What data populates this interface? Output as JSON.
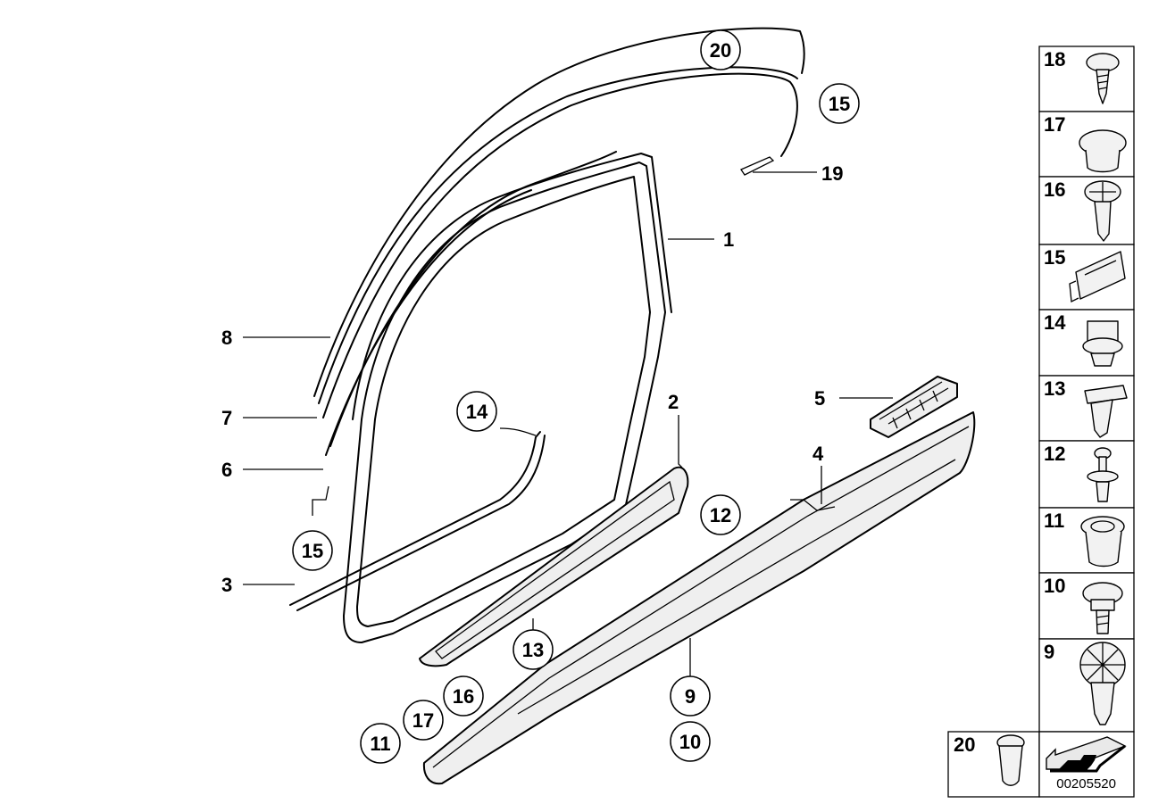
{
  "labels": {
    "l1": "1",
    "l2": "2",
    "l3": "3",
    "l4": "4",
    "l5": "5",
    "l6": "6",
    "l7": "7",
    "l8": "8",
    "l19": "19"
  },
  "callouts": {
    "c20": "20",
    "c15a": "15",
    "c14": "14",
    "c12": "12",
    "c15b": "15",
    "c13": "13",
    "c16": "16",
    "c17": "17",
    "c11": "11",
    "c9": "9",
    "c10": "10"
  },
  "legend": {
    "items": [
      "18",
      "17",
      "16",
      "15",
      "14",
      "13",
      "12",
      "11",
      "10",
      "9"
    ],
    "bottom_item": "20"
  },
  "reference_number": "00205520",
  "icons": [
    "screw-icon",
    "cap-icon",
    "expansion-rivet-icon",
    "clip-icon",
    "clip-nut-icon",
    "sheet-clip-icon",
    "pin-icon",
    "grommet-icon",
    "screw-head-icon",
    "spread-rivet-icon",
    "push-clip-icon",
    "arrow-icon"
  ]
}
